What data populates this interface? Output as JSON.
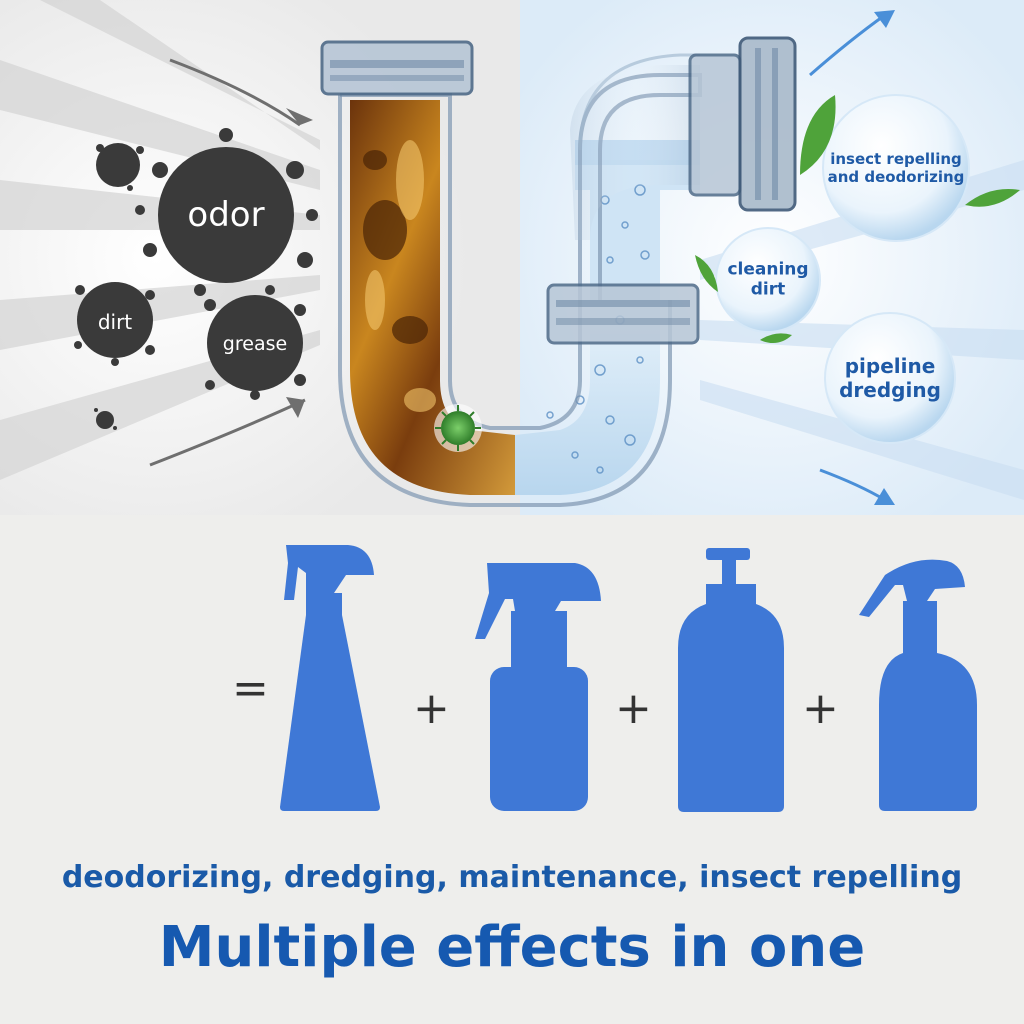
{
  "top_labels": {
    "odor": "odor",
    "dirt": "dirt",
    "grease": "grease"
  },
  "benefits": {
    "insect": [
      "insect repelling",
      "and deodorizing"
    ],
    "cleaning": [
      "cleaning",
      "dirt"
    ],
    "pipeline": [
      "pipeline",
      "dredging"
    ]
  },
  "equation": {
    "equals": "=",
    "plus": "+"
  },
  "tagline": "deodorizing, dredging, maintenance, insect repelling",
  "headline": "Multiple effects in one",
  "colors": {
    "bottle_blue": "#3f78d6",
    "text_blue": "#1a5aa8",
    "blob_dark": "#3a3a3a",
    "dirty_water": "#8a4a12",
    "clean_water": "#cfe4f5"
  },
  "icons": [
    "spray-bottle-icon",
    "trigger-bottle-icon",
    "pump-bottle-icon",
    "mist-bottle-icon",
    "germ-icon",
    "leaf-icon"
  ]
}
